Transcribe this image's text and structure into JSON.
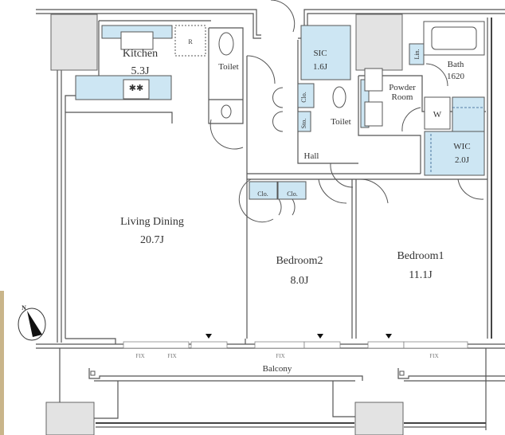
{
  "rooms": {
    "kitchen": {
      "name": "Kitchen",
      "size": "5.3J"
    },
    "toilet1": {
      "name": "Toilet"
    },
    "sic": {
      "name": "SIC",
      "size": "1.6J"
    },
    "bath": {
      "name": "Bath",
      "size": "1620"
    },
    "powder_room": {
      "name_line1": "Powder",
      "name_line2": "Room"
    },
    "toilet2": {
      "name": "Toilet"
    },
    "washer": {
      "name": "W"
    },
    "wic": {
      "name": "WIC",
      "size": "2.0J"
    },
    "hall": {
      "name": "Hall"
    },
    "living_dining": {
      "name": "Living Dining",
      "size": "20.7J"
    },
    "bedroom2": {
      "name": "Bedroom2",
      "size": "8.0J"
    },
    "bedroom1": {
      "name": "Bedroom1",
      "size": "11.1J"
    },
    "balcony": {
      "name": "Balcony"
    }
  },
  "storage": {
    "clo": "Clo.",
    "sto": "Sto.",
    "lin": "Lin.",
    "fridge": "R"
  },
  "windows": {
    "fix": "FIX"
  },
  "compass": {
    "north": "N"
  },
  "colors": {
    "storage_fill": "#cde6f3",
    "column_fill": "#e3e3e3",
    "wall": "#555555"
  }
}
